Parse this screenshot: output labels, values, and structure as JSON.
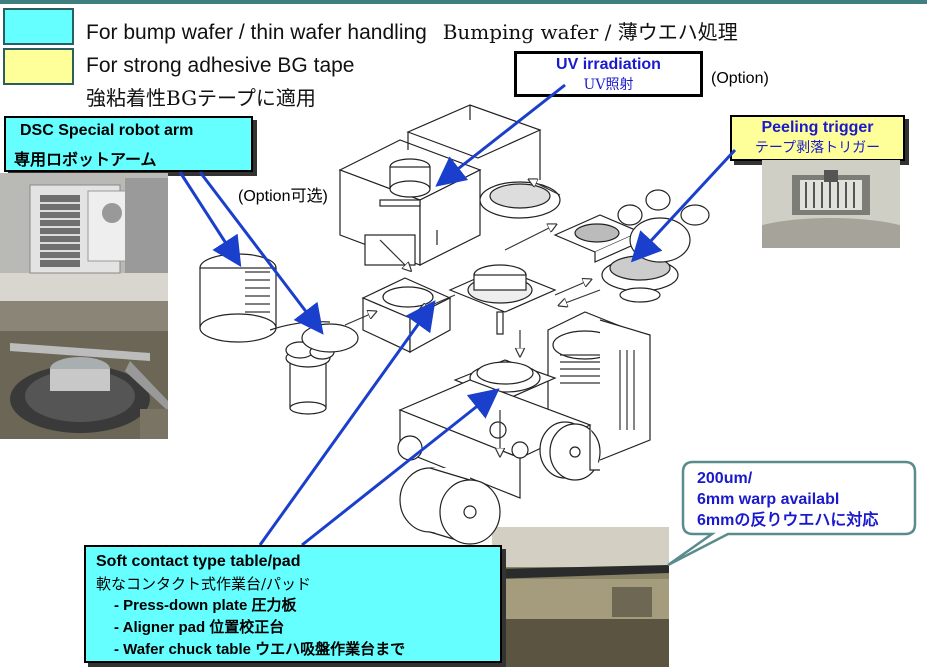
{
  "legend": {
    "cyan": {
      "label_en": "For bump wafer / thin wafer handling",
      "label_jp": "Bumping wafer / 薄ウエハ処理",
      "color": "#66ffff"
    },
    "yellow": {
      "label_en": "For strong adhesive BG tape",
      "label_jp": "強粘着性BGテープに適用",
      "color": "#ffff99"
    }
  },
  "callouts": {
    "robot_arm": {
      "en": "DSC Special robot arm",
      "jp": "専用ロボットアーム"
    },
    "uv": {
      "en": "UV irradiation",
      "jp": "UV照射",
      "option": "(Option)"
    },
    "peeling": {
      "en": "Peeling trigger",
      "jp": "テープ剥落トリガー"
    },
    "option_cn": "(Option可选)",
    "warp": {
      "line1": "200um/",
      "line2": "6mm warp availabl",
      "line3": "6mmの反りウエハに対応"
    },
    "soft_contact": {
      "title": "Soft contact type table/pad",
      "subtitle": "軟なコンタクト式作業台/パッド",
      "items": [
        "- Press-down plate 圧力板",
        "- Aligner pad 位置校正台",
        "- Wafer chuck table ウエハ吸盤作業台まで"
      ]
    }
  },
  "colors": {
    "arrow_blue": "#1a3fcc",
    "text_blue": "#1a1acc",
    "cyan": "#66ffff",
    "yellow": "#ffff99"
  }
}
